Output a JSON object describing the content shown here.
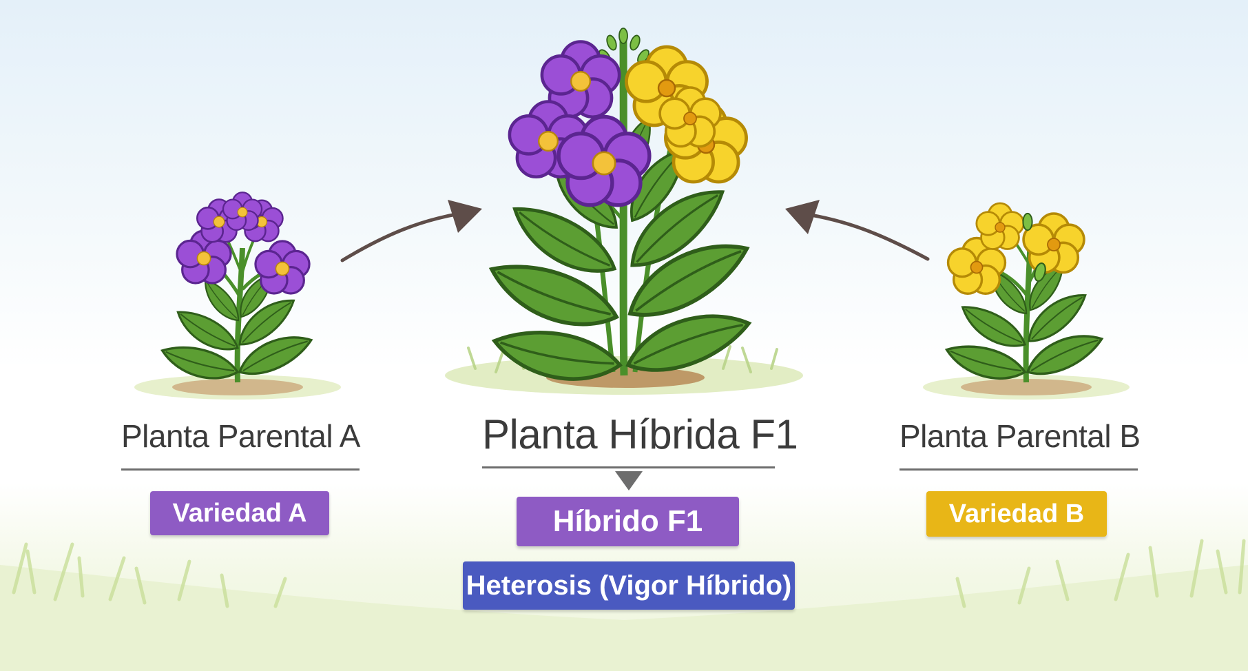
{
  "diagram": {
    "parent_a": {
      "title": "Planta Parental A",
      "variety": "Variedad A"
    },
    "hybrid": {
      "title": "Planta Híbrida F1",
      "label": "Híbrido F1",
      "trait": "Heterosis (Vigor Híbrido)"
    },
    "parent_b": {
      "title": "Planta Parental B",
      "variety": "Variedad B"
    }
  },
  "colors": {
    "purple_flower": "#9b4fd6",
    "yellow_flower": "#f7d32c",
    "badge_purple": "#8e5bc4",
    "badge_yellow": "#e8b617",
    "badge_blue": "#4a5ac0",
    "leaf_green": "#5c9e33",
    "arrow": "#5e4d49"
  },
  "icons": [
    "purple-plant-icon",
    "hybrid-plant-icon",
    "yellow-plant-icon",
    "arrow-icon"
  ]
}
